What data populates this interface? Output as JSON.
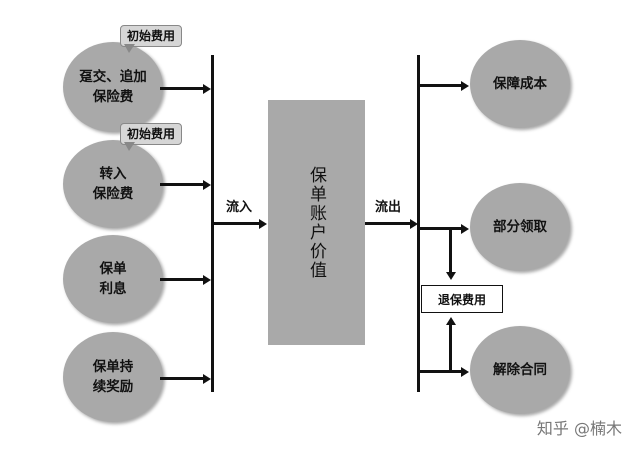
{
  "left_inputs": [
    {
      "label": "趸交、追加\n保险费",
      "callout": "初始费用"
    },
    {
      "label": "转入\n保险费",
      "callout": "初始费用"
    },
    {
      "label": "保单\n利息",
      "callout": ""
    },
    {
      "label": "保单持\n续奖励",
      "callout": ""
    }
  ],
  "inflow_label": "流入",
  "account_label": "保单账户价值",
  "outflow_label": "流出",
  "right_outputs": [
    {
      "label": "保障成本"
    },
    {
      "label": "部分领取"
    },
    {
      "label": "解除合同"
    }
  ],
  "surrender_fee_label": "退保费用",
  "watermark": "知乎 @楠木"
}
